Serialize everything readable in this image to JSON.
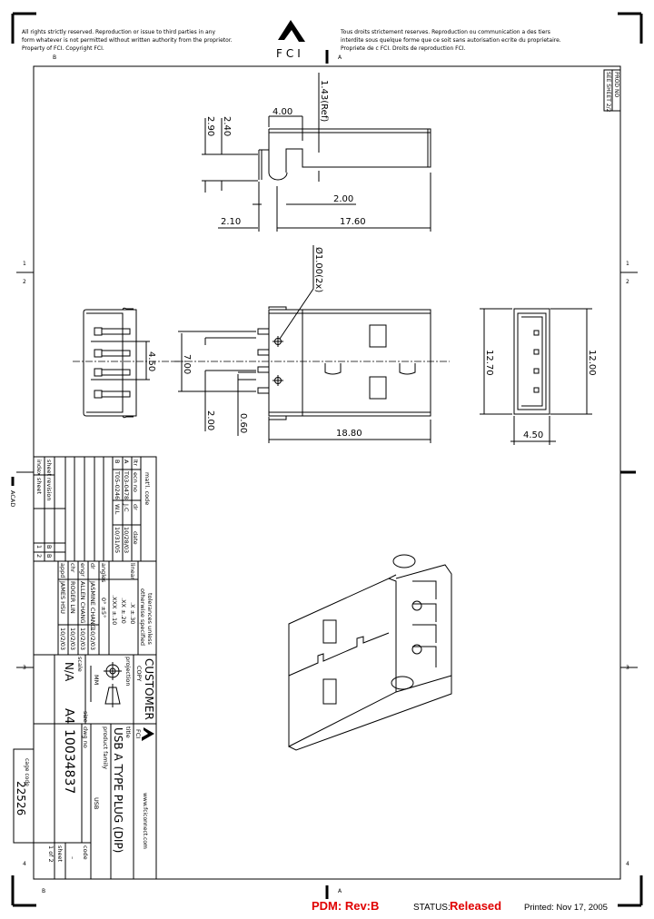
{
  "header": {
    "notice_en": [
      "All rights strictly reserved.  Reproduction or issue to third parties in any",
      "form whatever is not permitted without written authority from the proprietor.",
      "Property of FCI.  Copyright FCI."
    ],
    "notice_fr": [
      "Tous droits strictement reserves.  Reproduction ou communication a des tiers",
      "interdite sous quelque forme que ce soit sans autorisation ecrite du proprietaire.",
      "Propriete de c FCI.  Droits de reproduction FCI."
    ],
    "logo": "FCI"
  },
  "zones": {
    "top": [
      "B",
      "A"
    ],
    "bottom": [
      "B",
      "A"
    ],
    "left": [
      "1",
      "2",
      "3",
      "4"
    ],
    "right": [
      "1",
      "2",
      "3",
      "4"
    ]
  },
  "prod_box": {
    "label": "PROD NO",
    "value": "SEE SHEET 2/2"
  },
  "side_label": "ACAD",
  "cage": {
    "label": "cage code",
    "value": "22526"
  },
  "dimensions": {
    "side": [
      "4.00",
      "1.43(Ref)",
      "2.40",
      "2.90",
      "2.00",
      "2.10",
      "17.60"
    ],
    "top": [
      "Ø1.00(2x)",
      "4.50",
      "7.00",
      "2.00",
      "0.60",
      "18.80"
    ],
    "end": [
      "12.70",
      "12.00",
      "4.50"
    ]
  },
  "title_block": {
    "matl_code": "mat'l. code",
    "rev_headers": [
      "ltr",
      "ecn no",
      "dr",
      "date"
    ],
    "revisions": [
      {
        "ltr": "A",
        "ecn": "T03-0478",
        "dr": "J.C",
        "date": "10/28/03"
      },
      {
        "ltr": "B",
        "ecn": "T05-0246",
        "dr": "W.L",
        "date": "10/31/05"
      }
    ],
    "sheet_index": {
      "sheet_label": "sheet",
      "index_label": "index",
      "revision_label": "revision",
      "sheet2_label": "sheet",
      "revisions": [
        "B",
        "B"
      ],
      "sheets": [
        "1",
        "2"
      ]
    },
    "tolerances": {
      "heading": [
        "tolerances unless",
        "otherwise specified"
      ],
      "linear_label": "linear",
      "linear": [
        ".X  ±.30",
        ".XX  ±.20",
        ".XXX  ±.10"
      ],
      "angles_label": "angles",
      "angles": "0°  ±5°"
    },
    "approvals": [
      {
        "role": "dr",
        "name": "JASMINE CHANG",
        "date": "10/2/03"
      },
      {
        "role": "engr",
        "name": "ALLEN CHANG",
        "date": "10/2/03"
      },
      {
        "role": "chr",
        "name": "ROGER LIN",
        "date": "10/2/03"
      },
      {
        "role": "appd",
        "name": "JAMES HSU",
        "date": "10/2/03"
      }
    ],
    "customer_copy": [
      "CUSTOMER",
      "COPY"
    ],
    "projection_label": "projection",
    "units": "MM",
    "scale_label": "scale",
    "scale": "N/A",
    "logo": "FCI",
    "website": "www.fciconnect.com",
    "title_label": "title",
    "title": "USB A TYPE PLUG (DIP)",
    "product_family_label": "product family",
    "product_family": "USB",
    "size_label": "size",
    "dwg_no_label": "dwg no",
    "size": "A4",
    "dwg_no": "10034837",
    "code_label": "code",
    "code": "–",
    "sheet_label": "sheet",
    "sheet": "1 of 2"
  },
  "status_bar": {
    "pdm": "PDM: Rev:B",
    "status_label": "STATUS:",
    "status": "Released",
    "printed": "Printed: Nov  17, 2005"
  },
  "colors": {
    "status_red": "#e00000",
    "line": "#000000"
  }
}
